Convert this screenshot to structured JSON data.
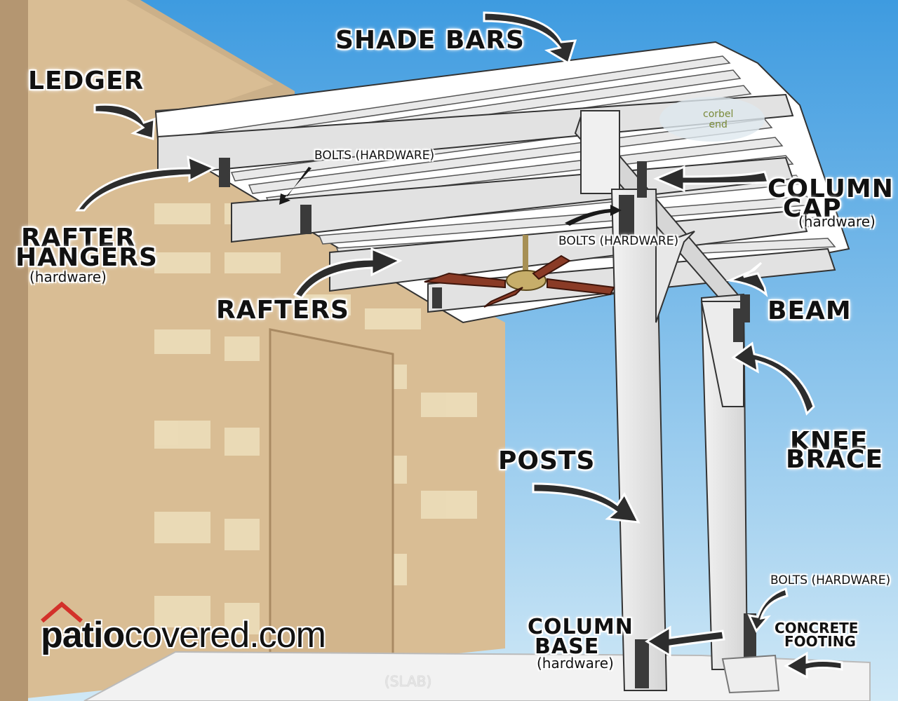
{
  "labels": {
    "shade_bars": "SHADE BARS",
    "ledger": "LEDGER",
    "rafter_hangers_line1": "RAFTER",
    "rafter_hangers_line2": "HANGERS",
    "rafter_hangers_sub": "(hardware)",
    "rafters": "RAFTERS",
    "bolts_top": "BOLTS (hardware)",
    "bolts_mid": "BOLTS (hardware)",
    "bolts_bottom": "BOLTS (hardware)",
    "column_cap_line1": "COLUMN",
    "column_cap_line2": "CAP",
    "column_cap_sub": "(hardware)",
    "beam": "BEAM",
    "knee_brace_line1": "KNEE",
    "knee_brace_line2": "BRACE",
    "posts": "POSTS",
    "column_base_line1": "COLUMN",
    "column_base_line2": "BASE",
    "column_base_sub": "(hardware)",
    "concrete_footing_line1": "CONCRETE",
    "concrete_footing_line2": "FOOTING",
    "slab": "(SLAB)",
    "corbel_line1": "corbel",
    "corbel_line2": "end"
  },
  "logo": {
    "part1": "patio",
    "part2": "covered.com",
    "roof_color": "#d3312a"
  },
  "colors": {
    "sky": "#6fb6e6",
    "wall": "#d9bd94",
    "wood": "#e6e6e6"
  }
}
